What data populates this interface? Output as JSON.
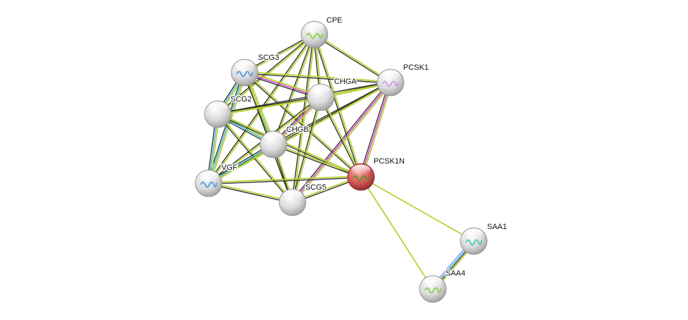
{
  "network": {
    "nodes": [
      {
        "id": "CPE",
        "label": "CPE",
        "color": "#e0e0e0",
        "has_structure": true
      },
      {
        "id": "SCG3",
        "label": "SCG3",
        "color": "#e0e0e0",
        "has_structure": true
      },
      {
        "id": "PCSK1",
        "label": "PCSK1",
        "color": "#e0e0e0",
        "has_structure": true
      },
      {
        "id": "CHGA",
        "label": "CHGA",
        "color": "#e0e0e0",
        "has_structure": false
      },
      {
        "id": "SCG2",
        "label": "SCG2",
        "color": "#e0e0e0",
        "has_structure": false
      },
      {
        "id": "CHGB",
        "label": "CHGB",
        "color": "#e0e0e0",
        "has_structure": false
      },
      {
        "id": "VGF",
        "label": "VGF",
        "color": "#e0e0e0",
        "has_structure": true
      },
      {
        "id": "SCG5",
        "label": "SCG5",
        "color": "#e0e0e0",
        "has_structure": false
      },
      {
        "id": "PCSK1N",
        "label": "PCSK1N",
        "color": "#d65a5a",
        "has_structure": true,
        "query": true
      },
      {
        "id": "SAA1",
        "label": "SAA1",
        "color": "#e0e0e0",
        "has_structure": true
      },
      {
        "id": "SAA4",
        "label": "SAA4",
        "color": "#e0e0e0",
        "has_structure": true
      }
    ],
    "edge_colors": {
      "textmining": "#b5d334",
      "coexpression": "#333333",
      "experiments": "#d633d6",
      "databases": "#33b5d6",
      "homology": "#9999ff"
    },
    "edges": [
      {
        "a": "CPE",
        "b": "SCG3",
        "types": [
          "textmining",
          "coexpression"
        ]
      },
      {
        "a": "CPE",
        "b": "PCSK1",
        "types": [
          "textmining",
          "coexpression"
        ]
      },
      {
        "a": "CPE",
        "b": "CHGA",
        "types": [
          "textmining",
          "coexpression"
        ]
      },
      {
        "a": "CPE",
        "b": "SCG2",
        "types": [
          "textmining",
          "coexpression"
        ]
      },
      {
        "a": "CPE",
        "b": "CHGB",
        "types": [
          "textmining",
          "coexpression"
        ]
      },
      {
        "a": "CPE",
        "b": "VGF",
        "types": [
          "textmining",
          "coexpression"
        ]
      },
      {
        "a": "CPE",
        "b": "SCG5",
        "types": [
          "textmining",
          "coexpression"
        ]
      },
      {
        "a": "CPE",
        "b": "PCSK1N",
        "types": [
          "textmining",
          "coexpression"
        ]
      },
      {
        "a": "SCG3",
        "b": "PCSK1",
        "types": [
          "textmining",
          "coexpression"
        ]
      },
      {
        "a": "SCG3",
        "b": "CHGA",
        "types": [
          "textmining",
          "experiments",
          "coexpression"
        ]
      },
      {
        "a": "SCG3",
        "b": "SCG2",
        "types": [
          "textmining",
          "databases",
          "coexpression"
        ]
      },
      {
        "a": "SCG3",
        "b": "CHGB",
        "types": [
          "textmining",
          "databases",
          "coexpression"
        ]
      },
      {
        "a": "SCG3",
        "b": "VGF",
        "types": [
          "textmining",
          "databases",
          "coexpression"
        ]
      },
      {
        "a": "SCG3",
        "b": "SCG5",
        "types": [
          "textmining",
          "coexpression"
        ]
      },
      {
        "a": "SCG3",
        "b": "PCSK1N",
        "types": [
          "textmining",
          "coexpression"
        ]
      },
      {
        "a": "PCSK1",
        "b": "CHGA",
        "types": [
          "textmining",
          "coexpression"
        ]
      },
      {
        "a": "PCSK1",
        "b": "SCG2",
        "types": [
          "textmining",
          "coexpression"
        ]
      },
      {
        "a": "PCSK1",
        "b": "CHGB",
        "types": [
          "textmining",
          "coexpression"
        ]
      },
      {
        "a": "PCSK1",
        "b": "SCG5",
        "types": [
          "textmining",
          "experiments",
          "coexpression"
        ]
      },
      {
        "a": "PCSK1",
        "b": "PCSK1N",
        "types": [
          "textmining",
          "experiments",
          "coexpression"
        ]
      },
      {
        "a": "PCSK1",
        "b": "VGF",
        "types": [
          "textmining",
          "coexpression"
        ]
      },
      {
        "a": "CHGA",
        "b": "SCG2",
        "types": [
          "textmining",
          "coexpression"
        ]
      },
      {
        "a": "CHGA",
        "b": "CHGB",
        "types": [
          "textmining",
          "experiments",
          "coexpression"
        ]
      },
      {
        "a": "CHGA",
        "b": "VGF",
        "types": [
          "textmining",
          "coexpression"
        ]
      },
      {
        "a": "CHGA",
        "b": "SCG5",
        "types": [
          "textmining",
          "coexpression"
        ]
      },
      {
        "a": "CHGA",
        "b": "PCSK1N",
        "types": [
          "textmining",
          "coexpression"
        ]
      },
      {
        "a": "SCG2",
        "b": "CHGB",
        "types": [
          "textmining",
          "databases",
          "coexpression"
        ]
      },
      {
        "a": "SCG2",
        "b": "VGF",
        "types": [
          "textmining",
          "databases",
          "coexpression"
        ]
      },
      {
        "a": "SCG2",
        "b": "SCG5",
        "types": [
          "textmining",
          "coexpression"
        ]
      },
      {
        "a": "SCG2",
        "b": "PCSK1N",
        "types": [
          "textmining",
          "coexpression"
        ]
      },
      {
        "a": "CHGB",
        "b": "VGF",
        "types": [
          "textmining",
          "databases",
          "coexpression"
        ]
      },
      {
        "a": "CHGB",
        "b": "SCG5",
        "types": [
          "textmining",
          "coexpression"
        ]
      },
      {
        "a": "CHGB",
        "b": "PCSK1N",
        "types": [
          "textmining",
          "coexpression"
        ]
      },
      {
        "a": "VGF",
        "b": "SCG5",
        "types": [
          "textmining",
          "coexpression"
        ]
      },
      {
        "a": "VGF",
        "b": "PCSK1N",
        "types": [
          "textmining",
          "coexpression"
        ]
      },
      {
        "a": "SCG5",
        "b": "PCSK1N",
        "types": [
          "textmining",
          "coexpression"
        ]
      },
      {
        "a": "PCSK1N",
        "b": "SAA1",
        "types": [
          "textmining"
        ]
      },
      {
        "a": "PCSK1N",
        "b": "SAA4",
        "types": [
          "textmining"
        ]
      },
      {
        "a": "SAA1",
        "b": "SAA4",
        "types": [
          "textmining",
          "coexpression",
          "databases",
          "homology"
        ]
      }
    ]
  }
}
